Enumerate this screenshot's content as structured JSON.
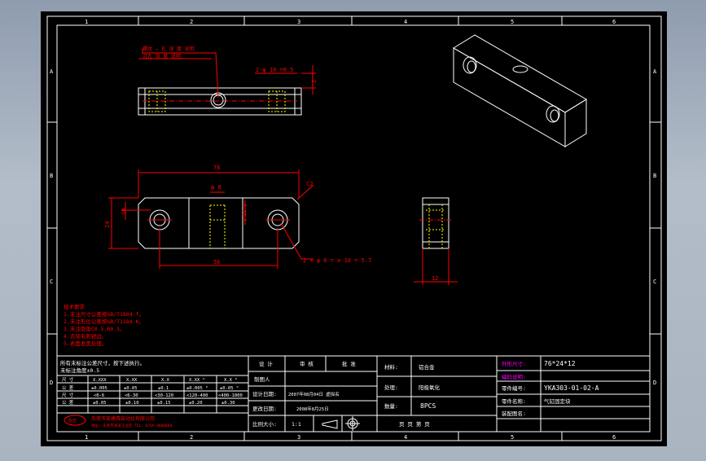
{
  "grid": {
    "top_numbers": [
      "1",
      "2",
      "3",
      "4",
      "5",
      "6"
    ],
    "bottom_numbers": [
      "1",
      "2",
      "3",
      "4",
      "5",
      "6"
    ],
    "left_letters": [
      "A",
      "B",
      "C",
      "D"
    ],
    "right_letters": [
      "A",
      "B",
      "C",
      "D"
    ]
  },
  "drawing": {
    "dim_76": "76",
    "dim_56": "56",
    "dim_24": "24",
    "dim_10": "10",
    "dim_12_slot": "12",
    "dim_12_side": "12",
    "dim_2": "2",
    "dim_phi8": "φ 8",
    "chamfer": "C2",
    "hole_top_callout": "2-φ 10 ▽0.5",
    "hole_bottom_callout": "2 × φ 6 ▽ ⌀ 10 ▽ 5.7",
    "note_red_top": "螺纹 — 孔 深 度 说明",
    "note_red_top2": "沉孔 深 度 说明",
    "tech_notes": [
      "技术要求",
      "1.未注尺寸公差按GB/T1804-f。",
      "2.未注形位公差按GB/T1184-K。",
      "3.未注倒角C0.5,R0.5。",
      "4.去除毛刺锐边。",
      "5.表面发黑处理。"
    ]
  },
  "title_block": {
    "general_tolerance_heading": "所有未标注公差尺寸，按下述执行。",
    "general_tolerance_sub": "未标注角度±0.5",
    "tolerance_table": {
      "headers": [
        "尺 寸",
        "X.XXX",
        "X.XX",
        "X.X",
        "X.XX °",
        "X.X °"
      ],
      "rows": [
        [
          "公 差",
          "±0.005",
          "±0.05",
          "±0.1",
          "±0.005 °",
          "±0.05 °"
        ],
        [
          "尺 寸",
          "<0-6",
          "<6-30",
          "<30-120",
          "<120-400",
          "<400-1000"
        ],
        [
          "公 差",
          "±0.05",
          "±0.10",
          "±0.15",
          "±0.20",
          "±0.30"
        ]
      ]
    },
    "company_logo": "标志",
    "company_name": "东莞市某模具自动化有限公司",
    "company_address": "地址: 东莞市某某工业区 TEL: 0769-8888888",
    "sign_labels": [
      "设 计",
      "审 核",
      "批 准"
    ],
    "material_label": "材料:",
    "material_value": "铝合金",
    "treatment_label": "处理:",
    "treatment_value": "阳极氧化",
    "quantity_label": "数量:",
    "quantity_value": "8PCS",
    "drawn_label": "制图人",
    "design_date_label": "设计日期:",
    "design_date_value": "2007年08月04日  虚拟名",
    "revise_date_label": "更改日期:",
    "revise_date_value": "2008年8月25日",
    "scale_label": "比例大小:",
    "scale_value": "1:1",
    "unit_label": "页 页   第 页",
    "size_label": "外形尺寸:",
    "size_value": "76*24*12",
    "code_label": "编码说明:",
    "part_no_label": "零件编号:",
    "part_no_value": "YKA303-01-02-A",
    "part_name_label": "零件名称:",
    "part_name_value": "气缸固定块",
    "part_ref_label": "装配图名:"
  },
  "colors": {
    "background": "#000000",
    "outline": "#ffffff",
    "dimension": "#ff0000",
    "title_text": "#ffffff",
    "accent_yellow": "#ffff00",
    "magenta": "#ff00ff"
  }
}
